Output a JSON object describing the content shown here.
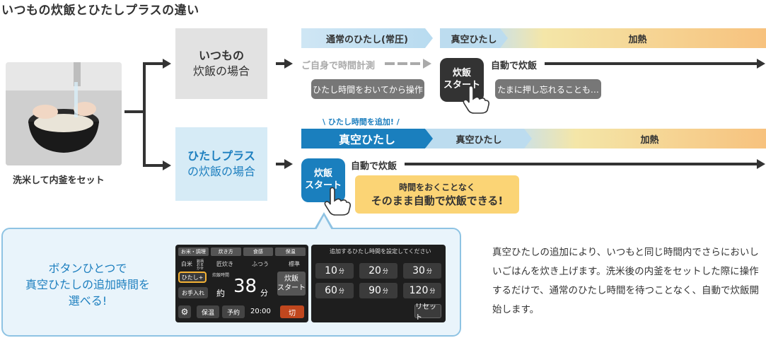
{
  "title": "いつもの炊飯とひたしプラスの違い",
  "photo_caption": "洗米して内釜をセット",
  "modes": {
    "normal": {
      "line1": "いつもの",
      "line2": "炊飯の場合"
    },
    "hitashi": {
      "line1": "ひたしプラス",
      "line2": "の炊飯の場合"
    }
  },
  "row1": {
    "phase1": "通常のひたし(常圧)",
    "phase2": "真空ひたし",
    "phase3": "加熱",
    "self_timing": "ご自身で時間計測",
    "start_line1": "炊飯",
    "start_line2": "スタート",
    "auto_label": "自動で炊飯",
    "bubble_left": "ひたし時間をおいてから操作",
    "bubble_right": "たまに押し忘れることも…"
  },
  "add_note": "\\ ひたし時間を追加! /",
  "row2": {
    "phase1": "真空ひたし",
    "phase2": "真空ひたし",
    "phase3": "加熱",
    "start_line1": "炊飯",
    "start_line2": "スタート",
    "auto_label": "自動で炊飯",
    "bubble_line1": "時間をおくことなく",
    "bubble_line2": "そのまま自動で炊飯できる!"
  },
  "callout": {
    "line1": "ボタンひとつで",
    "line2": "真空ひたしの追加時間を",
    "line3": "選べる!"
  },
  "panel1": {
    "tabs": [
      "お米・調理",
      "炊き方",
      "食感",
      "保温"
    ],
    "row1": [
      "白米",
      "銘柄おまかせ",
      "匠炊き",
      "ふつう",
      "標準"
    ],
    "hitashi_btn": "ひたし+",
    "cook_time_label": "炊飯時間",
    "care_btn": "お手入れ",
    "approx": "約",
    "minutes_value": "38",
    "minutes_unit": "分",
    "start_line1": "炊飯",
    "start_line2": "スタート",
    "keep_warm": "保温",
    "reserve": "予約",
    "clock": "20:00",
    "off": "切"
  },
  "panel2": {
    "header": "追加するひたし時間を設定してください",
    "times": [
      "10",
      "20",
      "30",
      "60",
      "90",
      "120"
    ],
    "unit": "分",
    "reset": "リセット"
  },
  "description": "真空ひたしの追加により、いつもと同じ時間内でさらにおいしいごはんを炊き上げます。洗米後の内釜をセットした際に操作するだけで、通常のひたし時間を待つことなく、自動で炊飯開始します。"
}
